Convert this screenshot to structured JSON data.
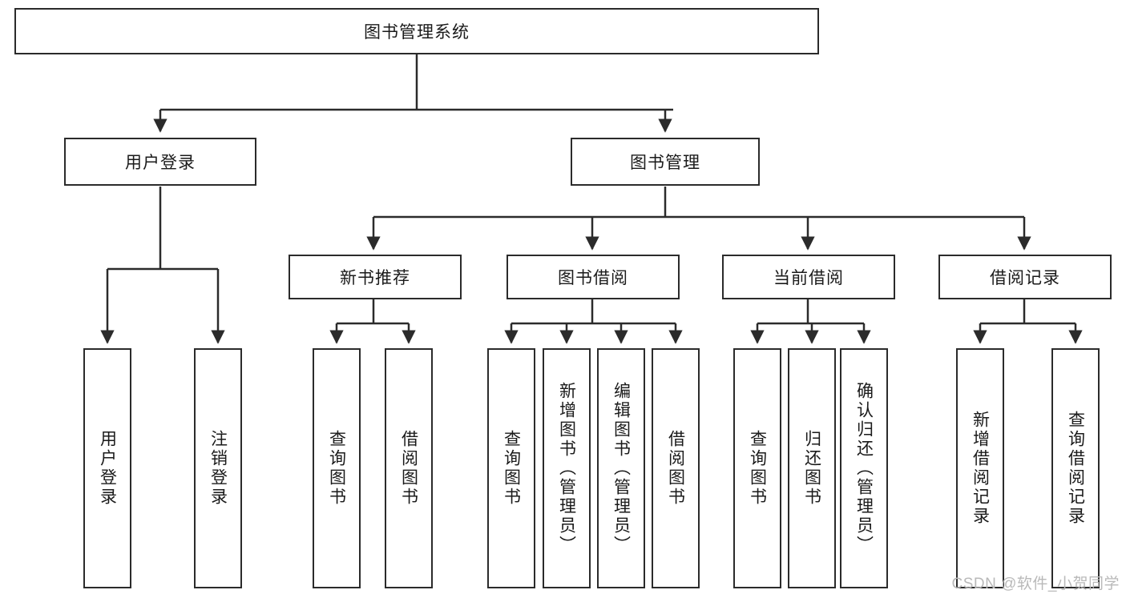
{
  "diagram": {
    "title": "图书管理系统",
    "type": "tree-hierarchy",
    "watermark": "CSDN @软件_小贺同学",
    "colors": {
      "stroke": "#2b2b2b",
      "fill": "#ffffff",
      "text": "#1a1a1a",
      "watermark": "#b9b9b9"
    },
    "levels": {
      "root": {
        "label": "图书管理系统"
      },
      "level2": [
        {
          "label": "用户登录"
        },
        {
          "label": "图书管理"
        }
      ],
      "level3": [
        {
          "label": "新书推荐"
        },
        {
          "label": "图书借阅"
        },
        {
          "label": "当前借阅"
        },
        {
          "label": "借阅记录"
        }
      ],
      "leaves": {
        "user_login": [
          {
            "label": "用户登录"
          },
          {
            "label": "注销登录"
          }
        ],
        "new_book_recommend": [
          {
            "label": "查询图书"
          },
          {
            "label": "借阅图书"
          }
        ],
        "book_borrow": [
          {
            "label": "查询图书"
          },
          {
            "label": "新增图书（管理员）"
          },
          {
            "label": "编辑图书（管理员）"
          },
          {
            "label": "借阅图书"
          }
        ],
        "current_borrow": [
          {
            "label": "查询图书"
          },
          {
            "label": "归还图书"
          },
          {
            "label": "确认归还（管理员）"
          }
        ],
        "borrow_record": [
          {
            "label": "新增借阅记录"
          },
          {
            "label": "查询借阅记录"
          }
        ]
      }
    }
  }
}
